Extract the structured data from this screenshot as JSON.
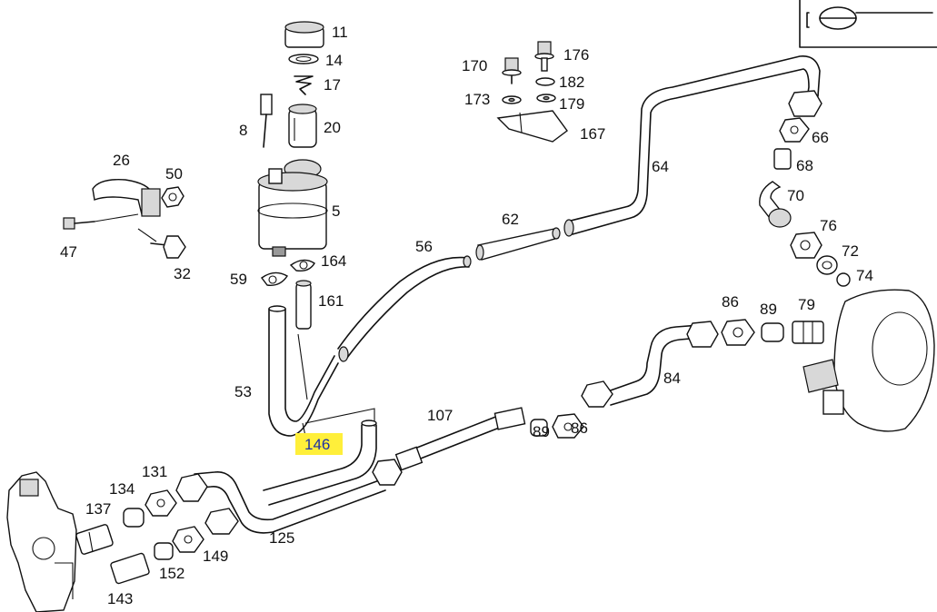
{
  "diagram": {
    "highlight_color": "#ffef3a",
    "highlighted_callout": "146",
    "callouts": {
      "c11": "11",
      "c14": "14",
      "c17": "17",
      "c20": "20",
      "c8": "8",
      "c5": "5",
      "c26": "26",
      "c50": "50",
      "c47": "47",
      "c32": "32",
      "c164": "164",
      "c59": "59",
      "c161": "161",
      "c53": "53",
      "c146": "146",
      "c56": "56",
      "c62": "62",
      "c64": "64",
      "c170": "170",
      "c176": "176",
      "c182": "182",
      "c173": "173",
      "c179": "179",
      "c167": "167",
      "c66": "66",
      "c68": "68",
      "c70": "70",
      "c76": "76",
      "c72": "72",
      "c74": "74",
      "c86a": "86",
      "c89a": "89",
      "c79": "79",
      "c84": "84",
      "c107": "107",
      "c89b": "89",
      "c86b": "86",
      "c131": "131",
      "c134": "134",
      "c137": "137",
      "c125": "125",
      "c149": "149",
      "c152": "152",
      "c143": "143"
    }
  }
}
